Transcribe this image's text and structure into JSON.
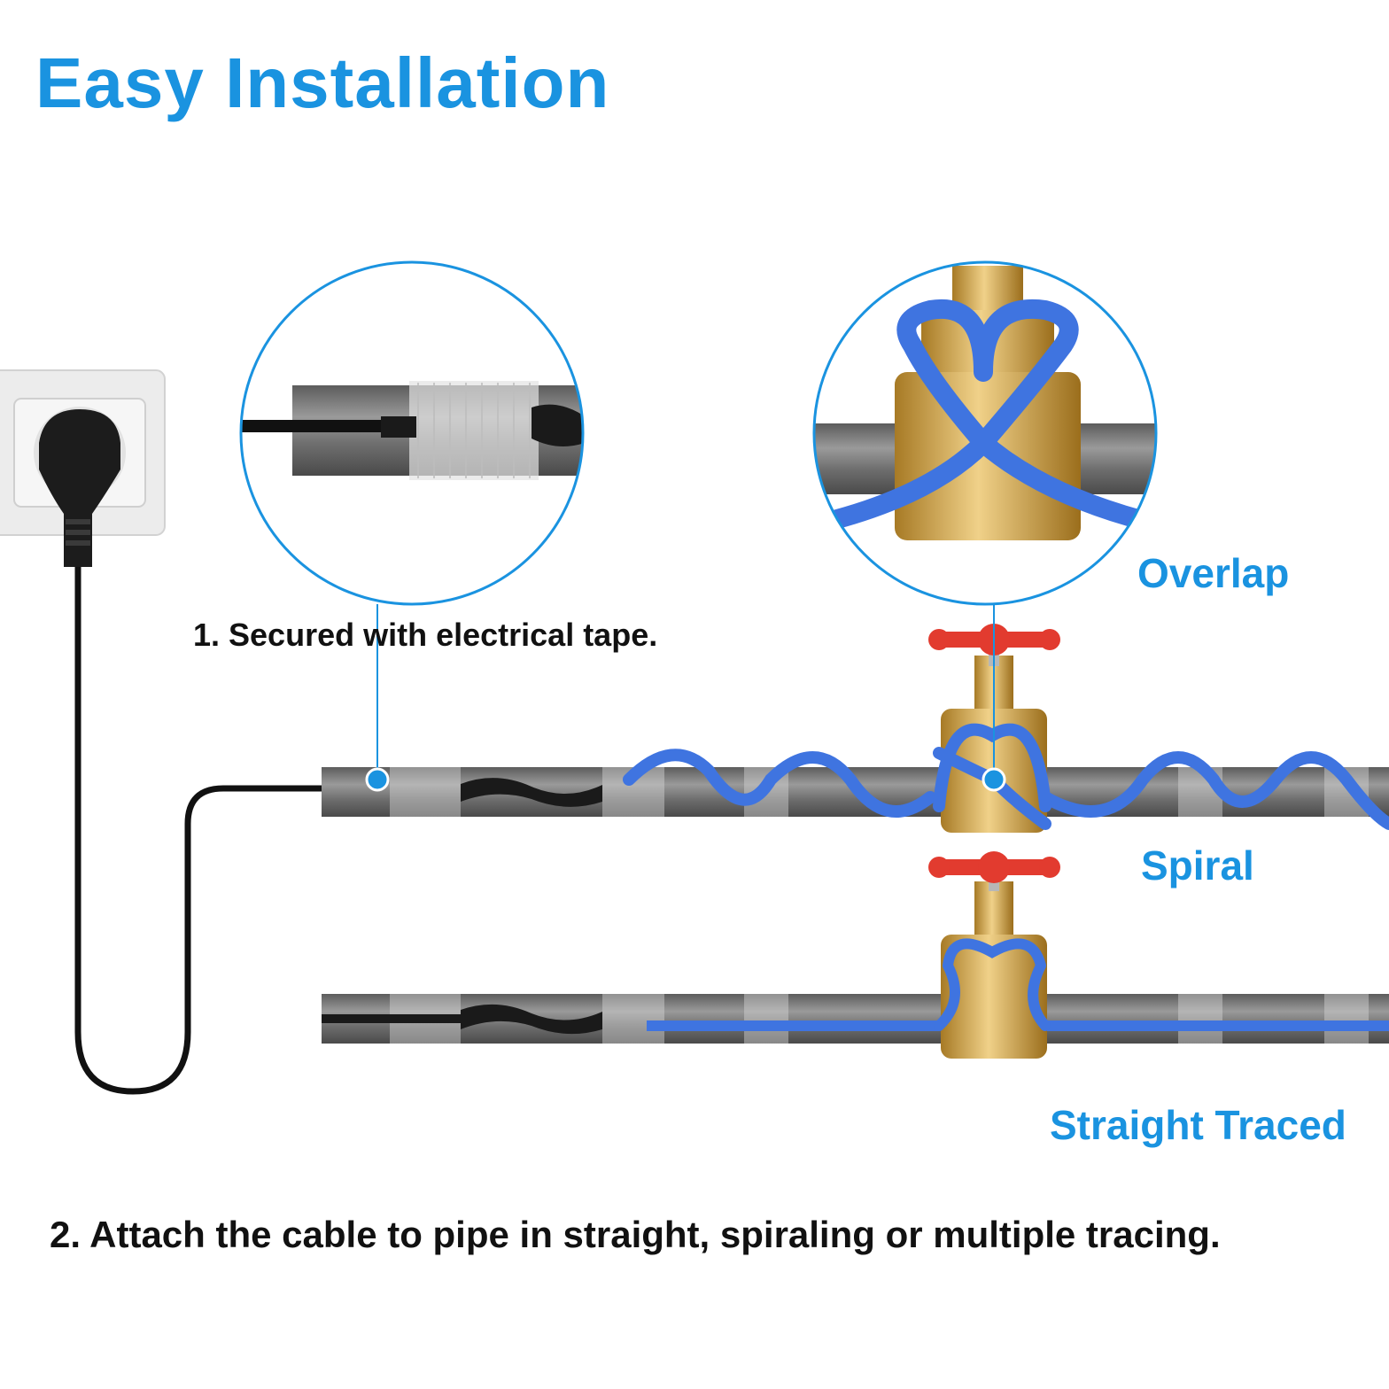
{
  "title": "Easy Installation",
  "step1": "1. Secured with electrical tape.",
  "step2": "2. Attach the cable to pipe in straight, spiraling or multiple tracing.",
  "methods": {
    "overlap": "Overlap",
    "spiral": "Spiral",
    "straight": "Straight Traced"
  },
  "colors": {
    "accent": "#1a93e0",
    "cable": "#3f74e0",
    "pipe": "#7a7a7a",
    "brass": "#c9a046",
    "handle": "#e23b2f"
  },
  "icons": [
    "wall-socket-icon",
    "plug-icon",
    "valve-icon",
    "zoom-circle-icon"
  ]
}
